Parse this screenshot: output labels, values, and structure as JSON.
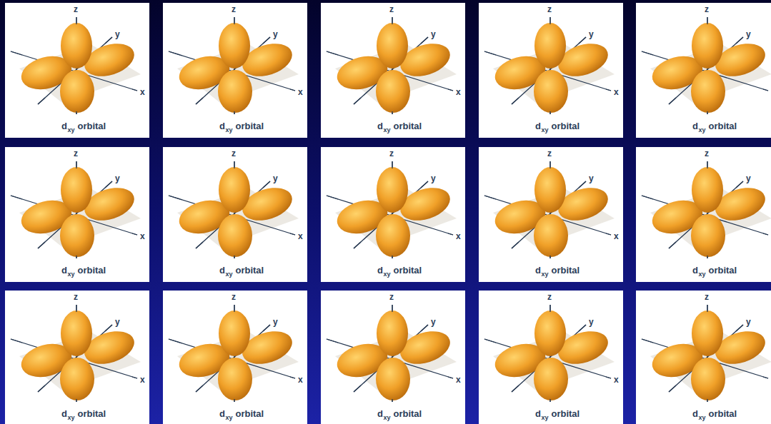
{
  "diagram": {
    "nodes": [
      {
        "text": [
          "z",
          "y",
          "x",
          "d",
          "xy",
          "orbital"
        ]
      },
      {
        "text": [
          "z",
          "y",
          "x",
          "d",
          "xy",
          "orbital"
        ]
      },
      {
        "text": [
          "z",
          "y",
          "x",
          "d",
          "xy",
          "orbital"
        ]
      },
      {
        "text": [
          "z",
          "y",
          "x",
          "d",
          "xy",
          "orbital"
        ]
      },
      {
        "text": [
          "z",
          "y",
          "x",
          "d",
          "xy",
          "orbital"
        ]
      },
      {
        "text": [
          "z",
          "y",
          "x",
          "d",
          "xy",
          "orbital"
        ]
      },
      {
        "text": [
          "z",
          "y",
          "x",
          "d",
          "xy",
          "orbital"
        ]
      },
      {
        "text": [
          "z",
          "y",
          "x",
          "d",
          "xy",
          "orbital"
        ]
      },
      {
        "text": [
          "z",
          "y",
          "x",
          "d",
          "xy",
          "orbital"
        ]
      },
      {
        "text": [
          "z",
          "y",
          "x",
          "d",
          "xy",
          "orbital"
        ]
      },
      {
        "text": [
          "z",
          "y",
          "x",
          "d",
          "xy",
          "orbital"
        ]
      },
      {
        "text": [
          "z",
          "y",
          "x",
          "d",
          "xy",
          "orbital"
        ]
      },
      {
        "text": [
          "z",
          "y",
          "x",
          "d",
          "xy",
          "orbital"
        ]
      },
      {
        "text": [
          "z",
          "y",
          "x",
          "d",
          "xy",
          "orbital"
        ]
      },
      {
        "text": [
          "z",
          "y",
          "x",
          "d",
          "xy",
          "orbital"
        ]
      }
    ]
  }
}
